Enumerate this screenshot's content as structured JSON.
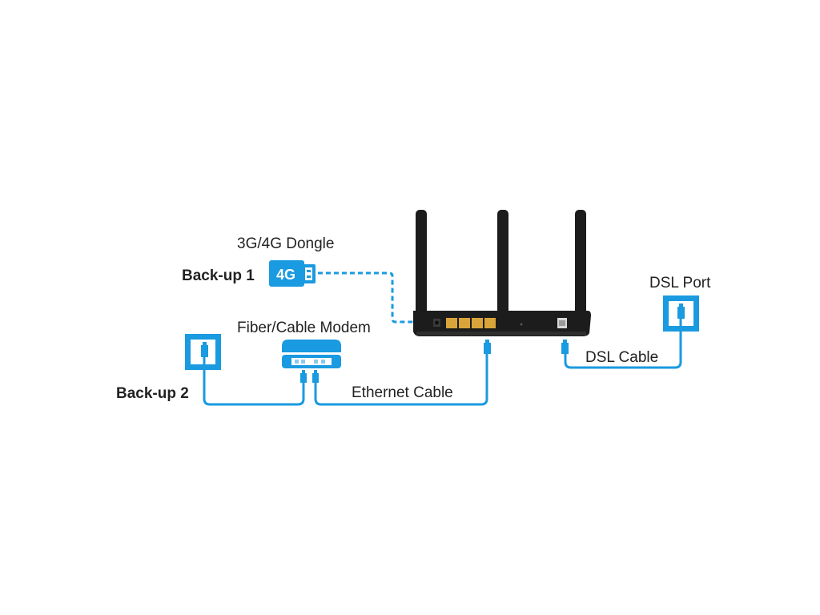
{
  "colors": {
    "accent": "#1a9ae0",
    "router": "#1c1c1c",
    "lan_port": "#d9a53a",
    "text": "#222222"
  },
  "labels": {
    "dongle": "3G/4G Dongle",
    "backup1": "Back-up 1",
    "dongle_badge": "4G",
    "modem": "Fiber/Cable Modem",
    "backup2": "Back-up 2",
    "ethernet_cable": "Ethernet Cable",
    "dsl_port": "DSL Port",
    "dsl_cable": "DSL Cable"
  },
  "icons": {
    "dongle": "usb-4g-dongle-icon",
    "modem": "modem-icon",
    "wall_port_backup2": "wall-ethernet-port-icon",
    "wall_port_dsl": "wall-dsl-port-icon",
    "router": "router-icon"
  }
}
